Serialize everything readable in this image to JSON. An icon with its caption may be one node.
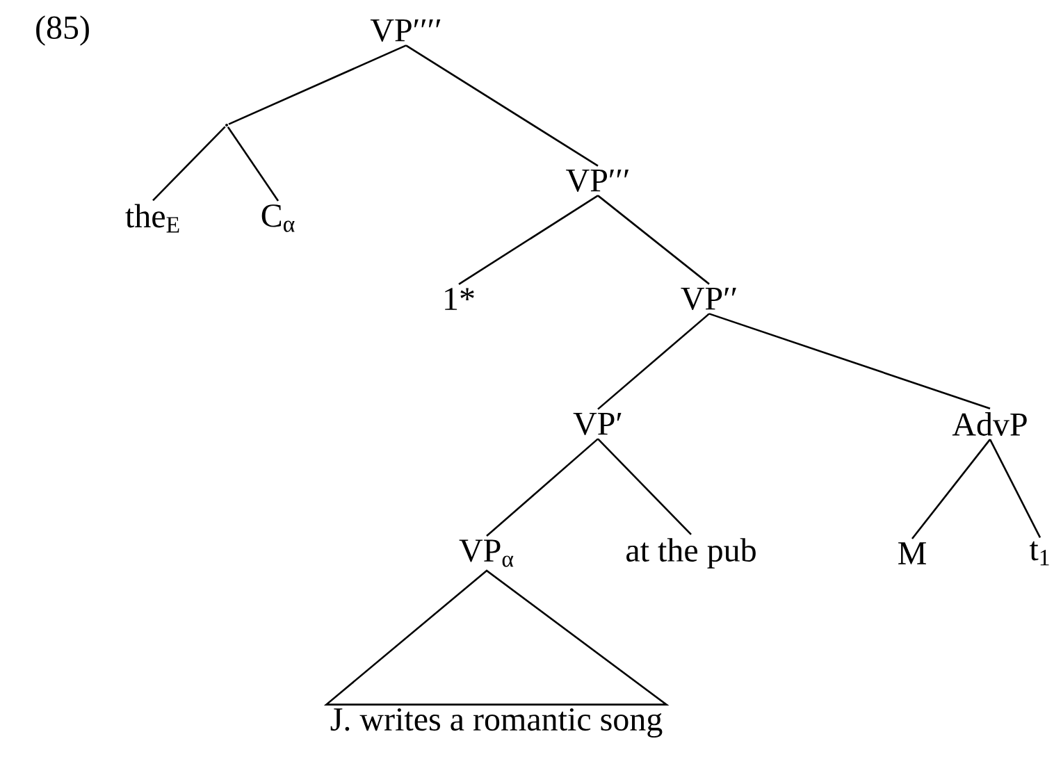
{
  "diagram": {
    "nodes": [
      {
        "text": [
          "VP′′′′"
        ]
      },
      {
        "text": [],
        "shape": "point"
      },
      {
        "text": [
          "the$_{E}$"
        ]
      },
      {
        "text": [
          "C$_{α}$"
        ]
      },
      {
        "text": [
          "VP′′′"
        ]
      },
      {
        "text": [
          "1*"
        ]
      },
      {
        "text": [
          "VP′′"
        ]
      },
      {
        "text": [
          "VP′"
        ]
      },
      {
        "text": [
          "AdvP"
        ]
      },
      {
        "text": [
          "VP$_{α}$"
        ]
      },
      {
        "text": [
          "at the pub"
        ]
      },
      {
        "text": [
          "M"
        ]
      },
      {
        "text": [
          "t$_{1}$"
        ]
      },
      {
        "text": [
          "J. writes a romantic song"
        ]
      }
    ],
    "edges": [
      {
        "from": 0,
        "to": 1,
        "arrow": "none"
      },
      {
        "from": 1,
        "to": 2,
        "arrow": "none"
      },
      {
        "from": 1,
        "to": 3,
        "arrow": "none"
      },
      {
        "from": 0,
        "to": 4,
        "arrow": "none"
      },
      {
        "from": 4,
        "to": 5,
        "arrow": "none"
      },
      {
        "from": 4,
        "to": 6,
        "arrow": "none"
      },
      {
        "from": 6,
        "to": 7,
        "arrow": "none"
      },
      {
        "from": 6,
        "to": 8,
        "arrow": "none"
      },
      {
        "from": 7,
        "to": 9,
        "arrow": "none"
      },
      {
        "from": 7,
        "to": 10,
        "arrow": "none"
      },
      {
        "from": 8,
        "to": 11,
        "arrow": "none"
      },
      {
        "from": 8,
        "to": 12,
        "arrow": "none"
      },
      {
        "from": 9,
        "to": 13,
        "arrow": "none"
      }
    ],
    "labels": [
      "(85)"
    ]
  }
}
